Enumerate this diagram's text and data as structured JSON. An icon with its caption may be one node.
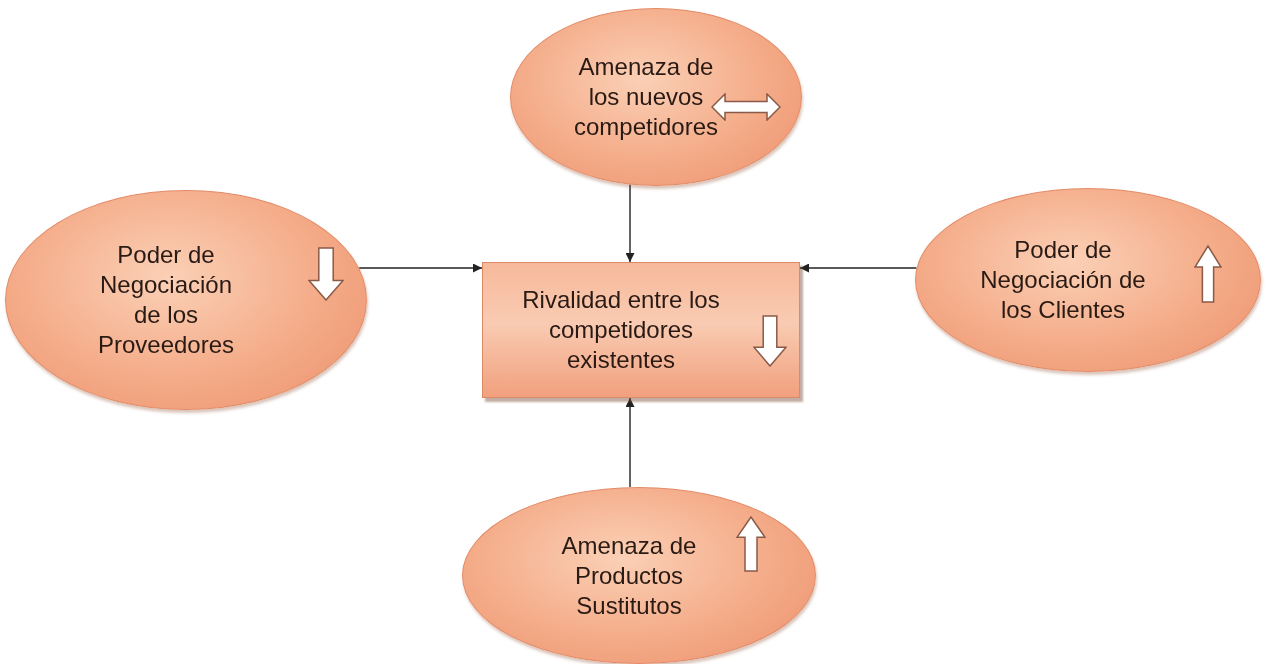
{
  "diagram": {
    "nodes": [
      {
        "text": [
          "Amenaza de los nuevos competidores"
        ]
      },
      {
        "text": [
          "Poder de Negociación de los Proveedores"
        ]
      },
      {
        "text": [
          "Rivalidad entre los competidores existentes"
        ]
      },
      {
        "text": [
          "Poder de Negociación de los Clientes"
        ]
      },
      {
        "text": [
          "Amenaza de Productos Sustitutos"
        ]
      }
    ],
    "edges": [
      {
        "from": 0,
        "to": 2,
        "arrow": "to"
      },
      {
        "from": 1,
        "to": 2,
        "arrow": "to"
      },
      {
        "from": 3,
        "to": 2,
        "arrow": "to"
      },
      {
        "from": 4,
        "to": 2,
        "arrow": "to"
      }
    ]
  }
}
